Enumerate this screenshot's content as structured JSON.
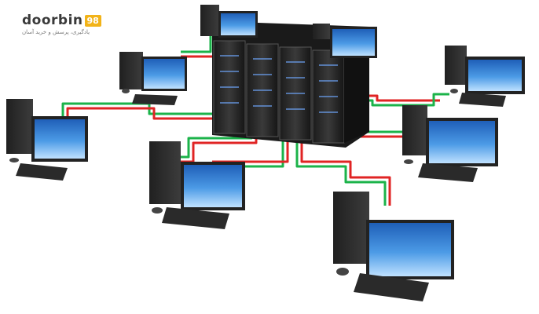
{
  "logo": {
    "wordmark": "doorbin",
    "badge": "98",
    "tagline": "یادگیری، پرسش و خرید آسان"
  },
  "colors": {
    "cable_green": "#1bb34a",
    "cable_red": "#e02424",
    "screen_blue": "#2f7fd6",
    "case_dark": "#2b2b2b",
    "brand_yellow": "#f2b318"
  }
}
